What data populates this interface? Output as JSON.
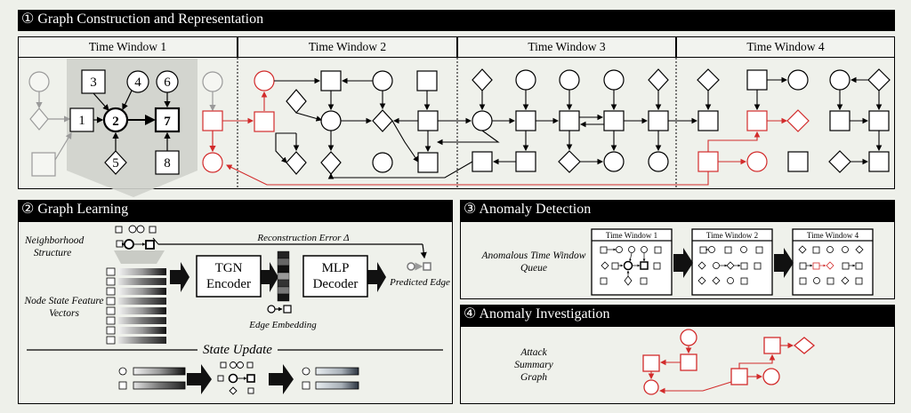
{
  "section1": {
    "title": "① Graph Construction and Representation",
    "windows": [
      "Time Window 1",
      "Time Window 2",
      "Time Window 3",
      "Time Window 4"
    ],
    "node_labels": [
      "1",
      "2",
      "3",
      "4",
      "5",
      "6",
      "7",
      "8"
    ]
  },
  "section2": {
    "title": "② Graph Learning",
    "neighborhood_label": "Neighborhood Structure",
    "node_state_label": "Node State Feature Vectors",
    "reconstruction_label": "Reconstruction Error Δ",
    "tgn_label": "TGN Encoder",
    "mlp_label": "MLP Decoder",
    "predicted_edge_label": "Predicted Edge",
    "edge_embedding_label": "Edge Embedding",
    "state_update_label": "State Update"
  },
  "section3": {
    "title": "③ Anomaly Detection",
    "queue_label": "Anomalous Time Window Queue",
    "windows": [
      "Time Window 1",
      "Time Window 2",
      "Time Window 4"
    ]
  },
  "section4": {
    "title": "④ Anomaly Investigation",
    "graph_label": "Attack Summary Graph"
  },
  "colors": {
    "anomaly": "#d22b2b",
    "dark": "#000000",
    "faded": "#9a9a9a"
  }
}
